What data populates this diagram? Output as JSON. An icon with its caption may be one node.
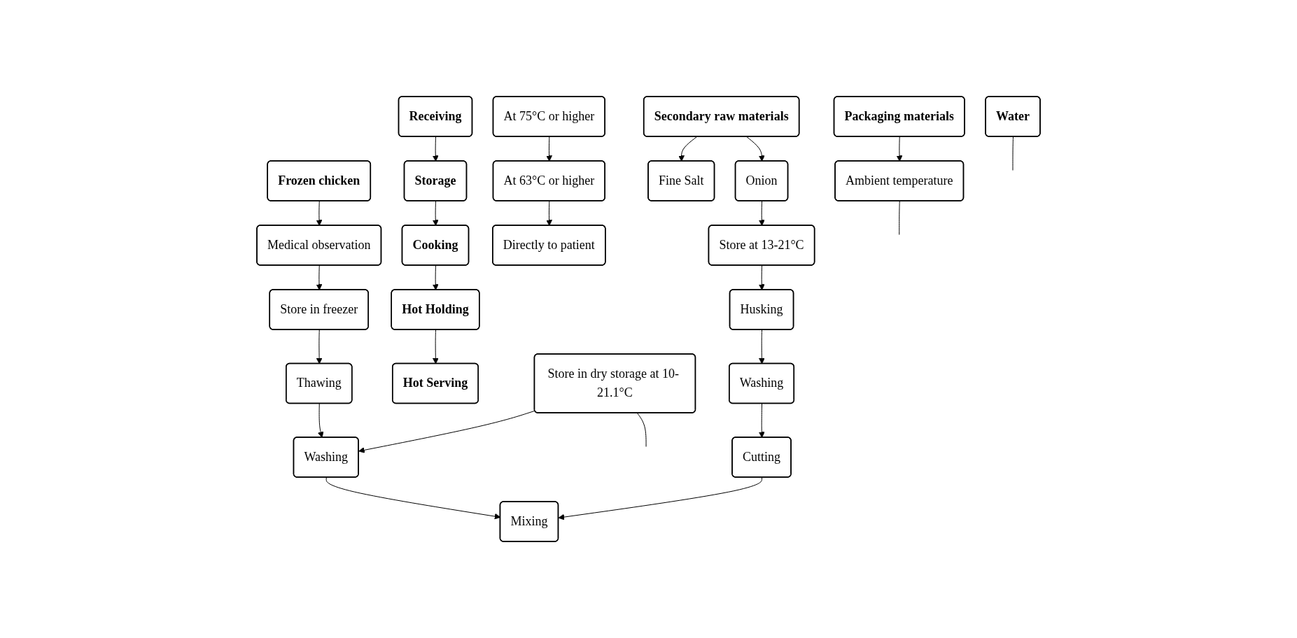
{
  "diagram": {
    "nodes": [
      {
        "text": [
          "Water"
        ]
      },
      {
        "text": [
          "Receiving"
        ]
      },
      {
        "text": [
          "Frozen chicken"
        ]
      },
      {
        "text": [
          "Secondary raw materials"
        ]
      },
      {
        "text": [
          "Packaging materials"
        ]
      },
      {
        "text": [
          "Storage"
        ]
      },
      {
        "text": [
          "Cooking"
        ]
      },
      {
        "text": [
          "Hot Holding"
        ]
      },
      {
        "text": [
          "Hot Serving"
        ]
      },
      {
        "text": [
          "Medical observation"
        ]
      },
      {
        "text": [
          "Store in freezer"
        ]
      },
      {
        "text": [
          "Thawing"
        ]
      },
      {
        "text": [
          "Washing"
        ]
      },
      {
        "text": [
          "Mixing"
        ]
      },
      {
        "text": [
          "At 75°C or higher"
        ]
      },
      {
        "text": [
          "At 63°C or higher"
        ]
      },
      {
        "text": [
          "Directly to patient"
        ]
      },
      {
        "text": [
          "Fine Salt"
        ]
      },
      {
        "text": [
          "Store in dry storage at 10- 21.1°C"
        ]
      },
      {
        "text": [
          "Onion"
        ]
      },
      {
        "text": [
          "Store at 13-21°C"
        ]
      },
      {
        "text": [
          "Husking"
        ]
      },
      {
        "text": [
          "Washing"
        ]
      },
      {
        "text": [
          "Cutting"
        ]
      },
      {
        "text": [
          "Ambient temperature"
        ]
      }
    ],
    "edges": [
      {
        "from": 1,
        "to": 5,
        "arrow": "to"
      },
      {
        "from": 5,
        "to": 6,
        "arrow": "to"
      },
      {
        "from": 6,
        "to": 7,
        "arrow": "to"
      },
      {
        "from": 7,
        "to": 8,
        "arrow": "to"
      },
      {
        "from": 2,
        "to": 9,
        "arrow": "to"
      },
      {
        "from": 9,
        "to": 10,
        "arrow": "to"
      },
      {
        "from": 10,
        "to": 11,
        "arrow": "to"
      },
      {
        "from": 11,
        "to": 12,
        "arrow": "to"
      },
      {
        "from": 12,
        "to": 13,
        "arrow": "to"
      },
      {
        "from": 14,
        "to": 15,
        "arrow": "to"
      },
      {
        "from": 15,
        "to": 16,
        "arrow": "to"
      },
      {
        "from": 0,
        "to": null,
        "arrow": "none"
      },
      {
        "from": 3,
        "to": 17,
        "arrow": "to"
      },
      {
        "from": 3,
        "to": 19,
        "arrow": "to"
      },
      {
        "from": 18,
        "to": 12,
        "arrow": "to"
      },
      {
        "from": 18,
        "to": null,
        "arrow": "none"
      },
      {
        "from": 19,
        "to": 20,
        "arrow": "to"
      },
      {
        "from": 20,
        "to": 21,
        "arrow": "to"
      },
      {
        "from": 21,
        "to": 22,
        "arrow": "to"
      },
      {
        "from": 22,
        "to": 23,
        "arrow": "to"
      },
      {
        "from": 23,
        "to": 13,
        "arrow": "to"
      },
      {
        "from": 4,
        "to": 24,
        "arrow": "to"
      },
      {
        "from": 24,
        "to": null,
        "arrow": "none"
      }
    ]
  }
}
